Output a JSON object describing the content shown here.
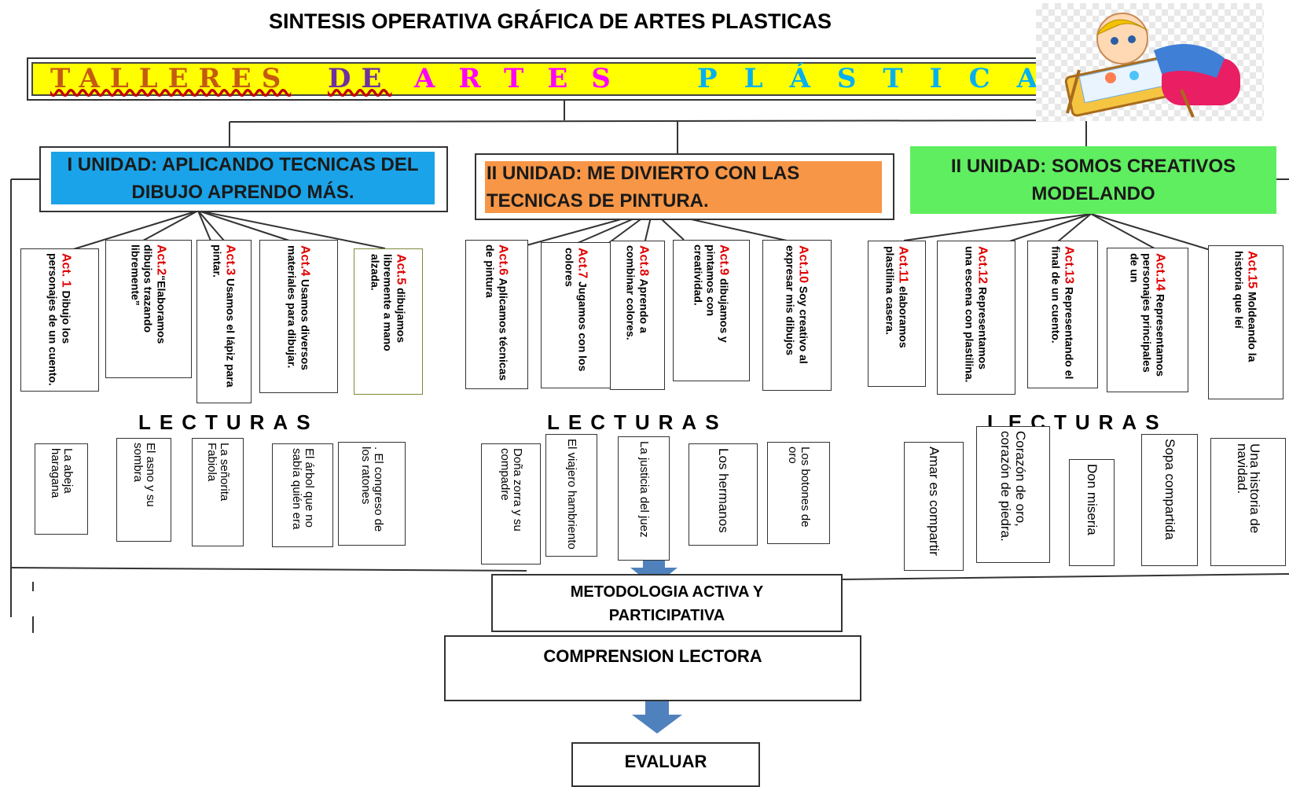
{
  "title": "SINTESIS OPERATIVA GRÁFICA DE ARTES PLASTICAS",
  "banner": {
    "part1": "TALLERES",
    "part2": "DE",
    "part3": "ARTES",
    "part4": "PLÁSTICAS"
  },
  "units": [
    {
      "label": "I UNIDAD: APLICANDO TECNICAS DEL DIBUJO APRENDO MÁS.",
      "color": "#1aa3e8"
    },
    {
      "label": "II UNIDAD: ME DIVIERTO CON LAS TECNICAS DE PINTURA.",
      "color": "#f79646"
    },
    {
      "label": "II UNIDAD: SOMOS CREATIVOS MODELANDO",
      "color": "#5fee5f"
    }
  ],
  "activities": [
    {
      "label": "Act. 1",
      "text": " Dibujo los personajes de un cuento."
    },
    {
      "label": "Act.2",
      "text": "“Elaboramos dibujos trazando libremente”"
    },
    {
      "label": "Act.3",
      "text": " Usamos el lápiz para pintar."
    },
    {
      "label": "Act.4",
      "text": " Usamos diversos materiales para dibujar."
    },
    {
      "label": "Act.5",
      "text": " dibujamos libremente a mano alzada."
    },
    {
      "label": "Act.6",
      "text": " Aplicamos técnicas de pintura"
    },
    {
      "label": "Act.7",
      "text": " Jugamos con los colores"
    },
    {
      "label": "Act.8",
      "text": " Aprendo a combinar colores."
    },
    {
      "label": "Act.9",
      "text": " dibujamos y pintamos con creatividad."
    },
    {
      "label": "Act.10",
      "text": " Soy creativo al expresar mis dibujos"
    },
    {
      "label": "Act.11",
      "text": " elaboramos plastilina casera."
    },
    {
      "label": "Act.12",
      "text": " Representamos una escena con plastilina."
    },
    {
      "label": "Act.13",
      "text": " Representando el final de un cuento."
    },
    {
      "label": "Act.14",
      "text": " Representamos personajes principales de un"
    },
    {
      "label": "Act.15",
      "text": " Moldeando la historia que leí"
    }
  ],
  "lecturas_heading": "LECTURAS",
  "lecturas": [
    "La abeja haragana",
    "El asno y su sombra",
    "La señorita Fabiola",
    "El árbol que no sabía quién era",
    ". El congreso de los ratones",
    "Doña zorra y su compadre",
    "El viajero hambriento",
    "La justicia del juez",
    "Los hermanos",
    "Los botones de oro",
    "Amar es compartir",
    "Corazón de oro, corazón de piedra.",
    "Don miseria",
    "Sopa compartida",
    "Una historia de navidad."
  ],
  "flow": {
    "metodologia": "METODOLOGIA ACTIVA Y PARTICIPATIVA",
    "comprension": "COMPRENSION LECTORA",
    "evaluar": "EVALUAR"
  },
  "colors": {
    "arrow": "#4f81bd",
    "act_label": "#e00000"
  }
}
